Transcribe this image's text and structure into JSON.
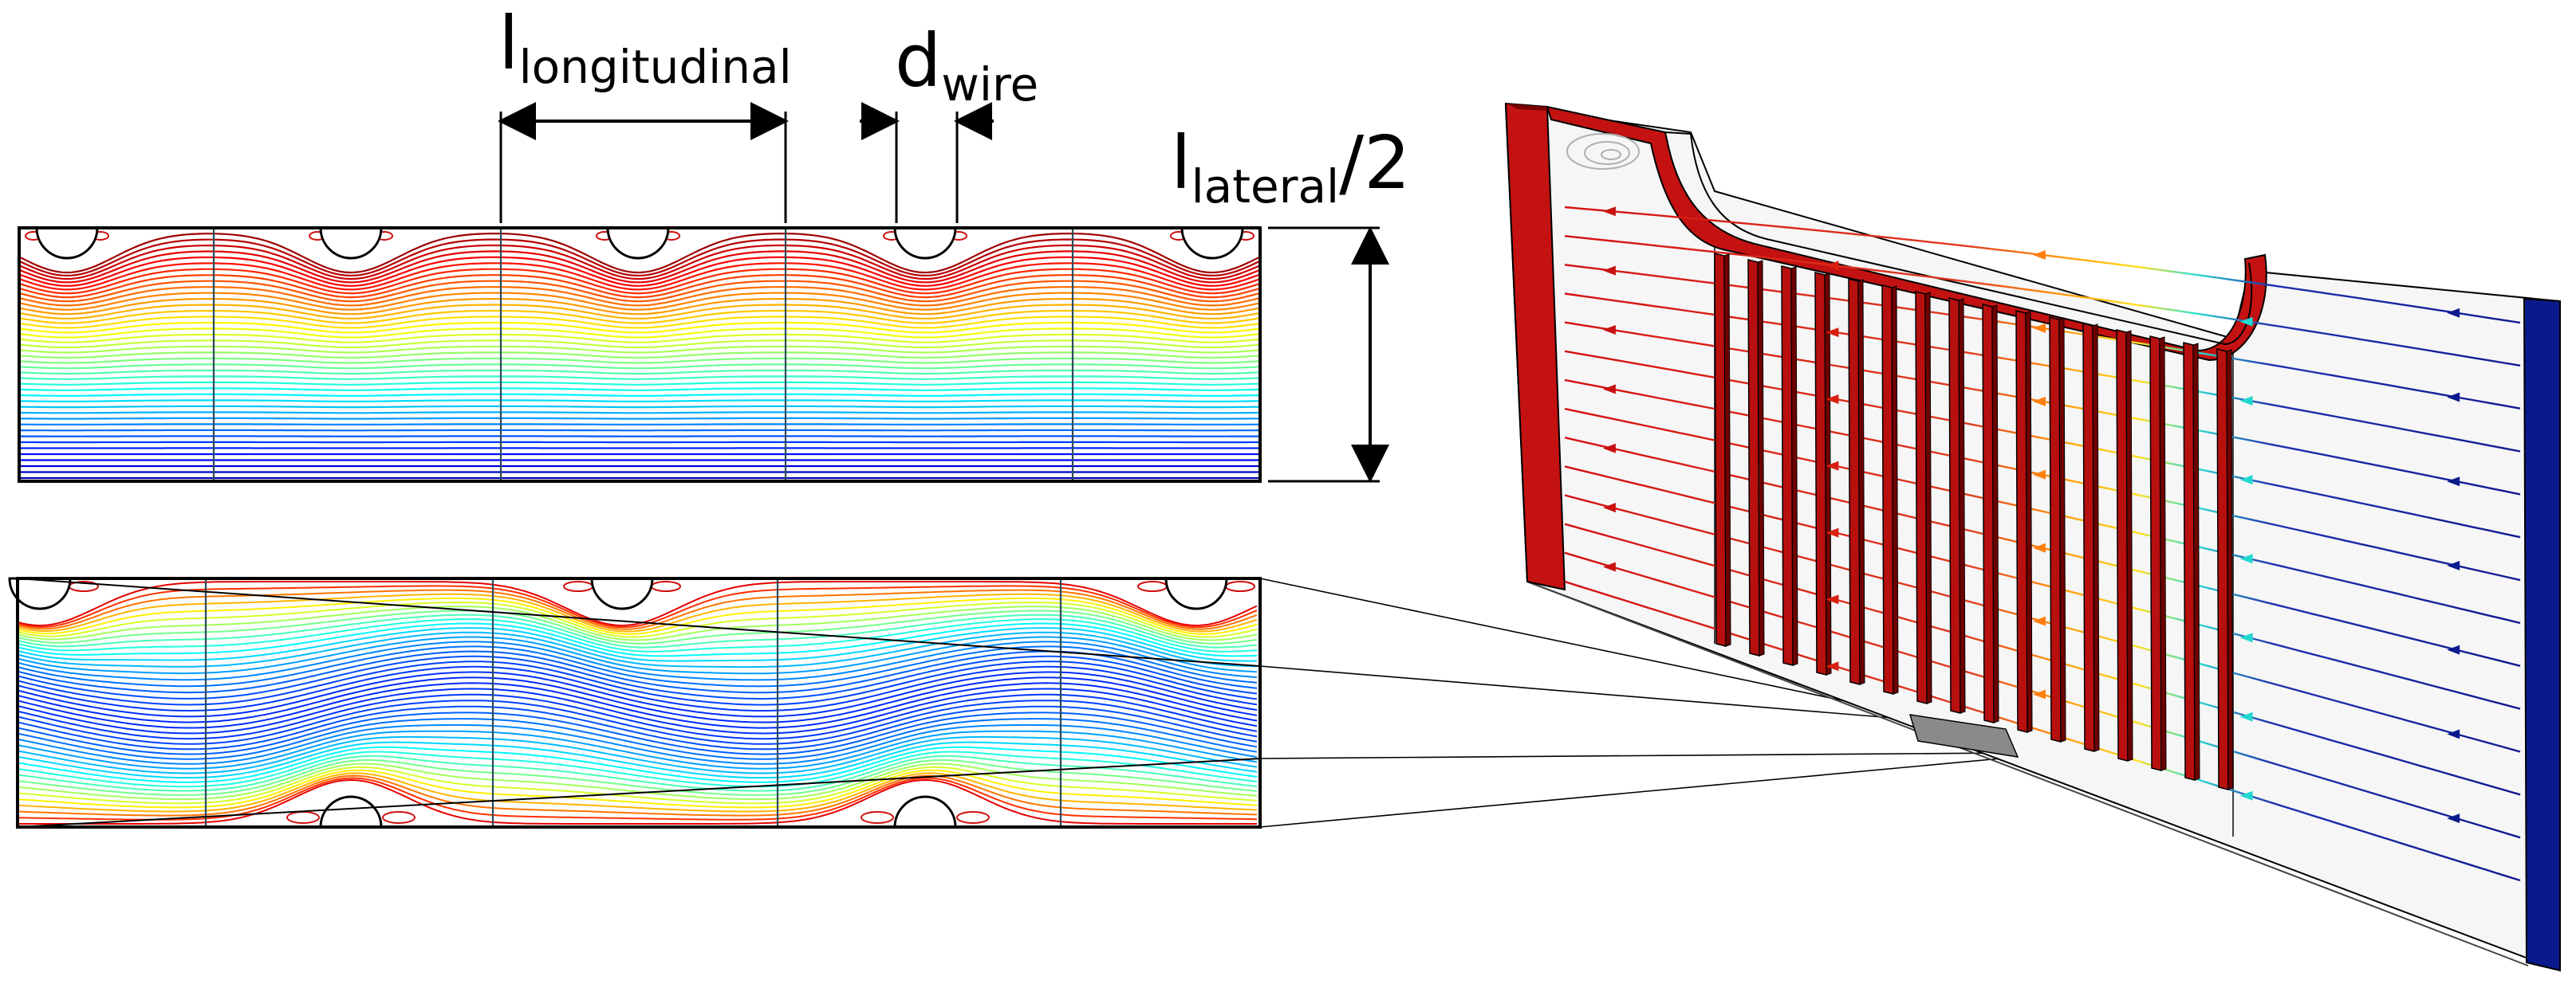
{
  "labels": {
    "longitudinal": {
      "base": "l",
      "sub": "longitudinal"
    },
    "wire": {
      "base": "d",
      "sub": "wire"
    },
    "lateral": {
      "base": "l",
      "sub": "lateral",
      "suffix": "/2"
    }
  },
  "colors": {
    "streamline_scale": [
      "#00007f",
      "#0000ff",
      "#007fff",
      "#00ffff",
      "#7fff7f",
      "#ffff00",
      "#ff7f00",
      "#ff0000",
      "#7f0000"
    ],
    "frame_red": "#c41212",
    "frame_red_dark": "#7a0000",
    "outlet_blue": "#0a1a8c",
    "outline": "#000000"
  },
  "icons": [
    "dimension-arrow-icon",
    "flow-arrow-icon"
  ]
}
